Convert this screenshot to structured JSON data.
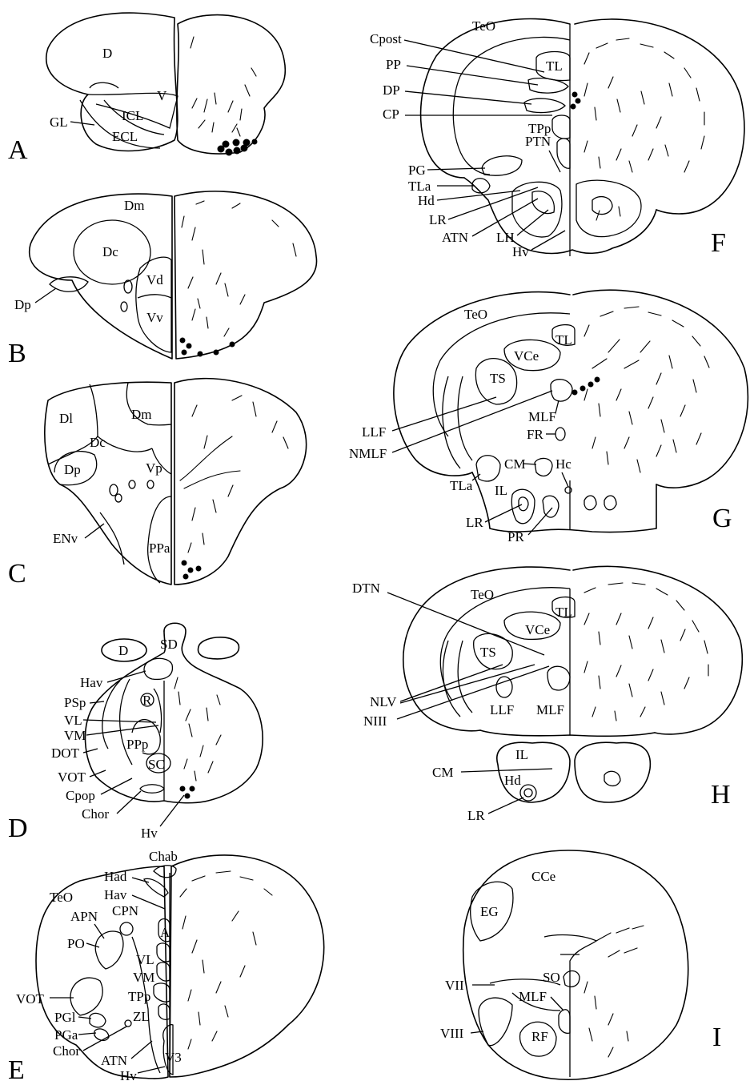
{
  "panels": {
    "A": {
      "letter": "A",
      "labels": {
        "D": "D",
        "V": "V",
        "ICL": "ICL",
        "GL": "GL",
        "ECL": "ECL"
      }
    },
    "B": {
      "letter": "B",
      "labels": {
        "Dm": "Dm",
        "Dc": "Dc",
        "Vd": "Vd",
        "Dp": "Dp",
        "Vv": "Vv"
      }
    },
    "C": {
      "letter": "C",
      "labels": {
        "Dl": "Dl",
        "Dm": "Dm",
        "Dc": "Dc",
        "Dp": "Dp",
        "Vp": "Vp",
        "ENv": "ENv",
        "PPa": "PPa"
      }
    },
    "D": {
      "letter": "D",
      "labels": {
        "SD": "SD",
        "D": "D",
        "Hav": "Hav",
        "PSp": "PSp",
        "R": "R",
        "VL": "VL",
        "VM": "VM",
        "PPp": "PPp",
        "DOT": "DOT",
        "SC": "SC",
        "VOT": "VOT",
        "Cpop": "Cpop",
        "Chor": "Chor",
        "Hv": "Hv"
      }
    },
    "E": {
      "letter": "E",
      "labels": {
        "Chab": "Chab",
        "Had": "Had",
        "Hav": "Hav",
        "TeO": "TeO",
        "APN": "APN",
        "CPN": "CPN",
        "PO": "PO",
        "A": "A",
        "VL": "VL",
        "VM": "VM",
        "TPp": "TPp",
        "VOT": "VOT",
        "ZL": "ZL",
        "PGl": "PGl",
        "PGa": "PGa",
        "Chor": "Chor",
        "V3": "V3",
        "ATN": "ATN",
        "Hv": "Hv"
      }
    },
    "F": {
      "letter": "F",
      "labels": {
        "Cpost": "Cpost",
        "TeO": "TeO",
        "PP": "PP",
        "TL": "TL",
        "DP": "DP",
        "CP": "CP",
        "TPp": "TPp",
        "PTN": "PTN",
        "PG": "PG",
        "TLa": "TLa",
        "Hd": "Hd",
        "LR": "LR",
        "ATN": "ATN",
        "LH": "LH",
        "Hv": "Hv"
      }
    },
    "G": {
      "letter": "G",
      "labels": {
        "TeO": "TeO",
        "TL": "TL",
        "VCe": "VCe",
        "TS": "TS",
        "MLF": "MLF",
        "LLF": "LLF",
        "NMLF": "NMLF",
        "FR": "FR",
        "CM": "CM",
        "Hc": "Hc",
        "TLa": "TLa",
        "IL": "IL",
        "LR": "LR",
        "PR": "PR"
      }
    },
    "H": {
      "letter": "H",
      "labels": {
        "TeO": "TeO",
        "DTN": "DTN",
        "TL": "TL",
        "VCe": "VCe",
        "TS": "TS",
        "NLV": "NLV",
        "NIII": "NIII",
        "LLF": "LLF",
        "MLF": "MLF",
        "IL": "IL",
        "CM": "CM",
        "Hd": "Hd",
        "LR": "LR"
      }
    },
    "I": {
      "letter": "I",
      "labels": {
        "CCe": "CCe",
        "EG": "EG",
        "SO": "SO",
        "VII": "VII",
        "MLF": "MLF",
        "VIII": "VIII",
        "RF": "RF"
      }
    }
  }
}
